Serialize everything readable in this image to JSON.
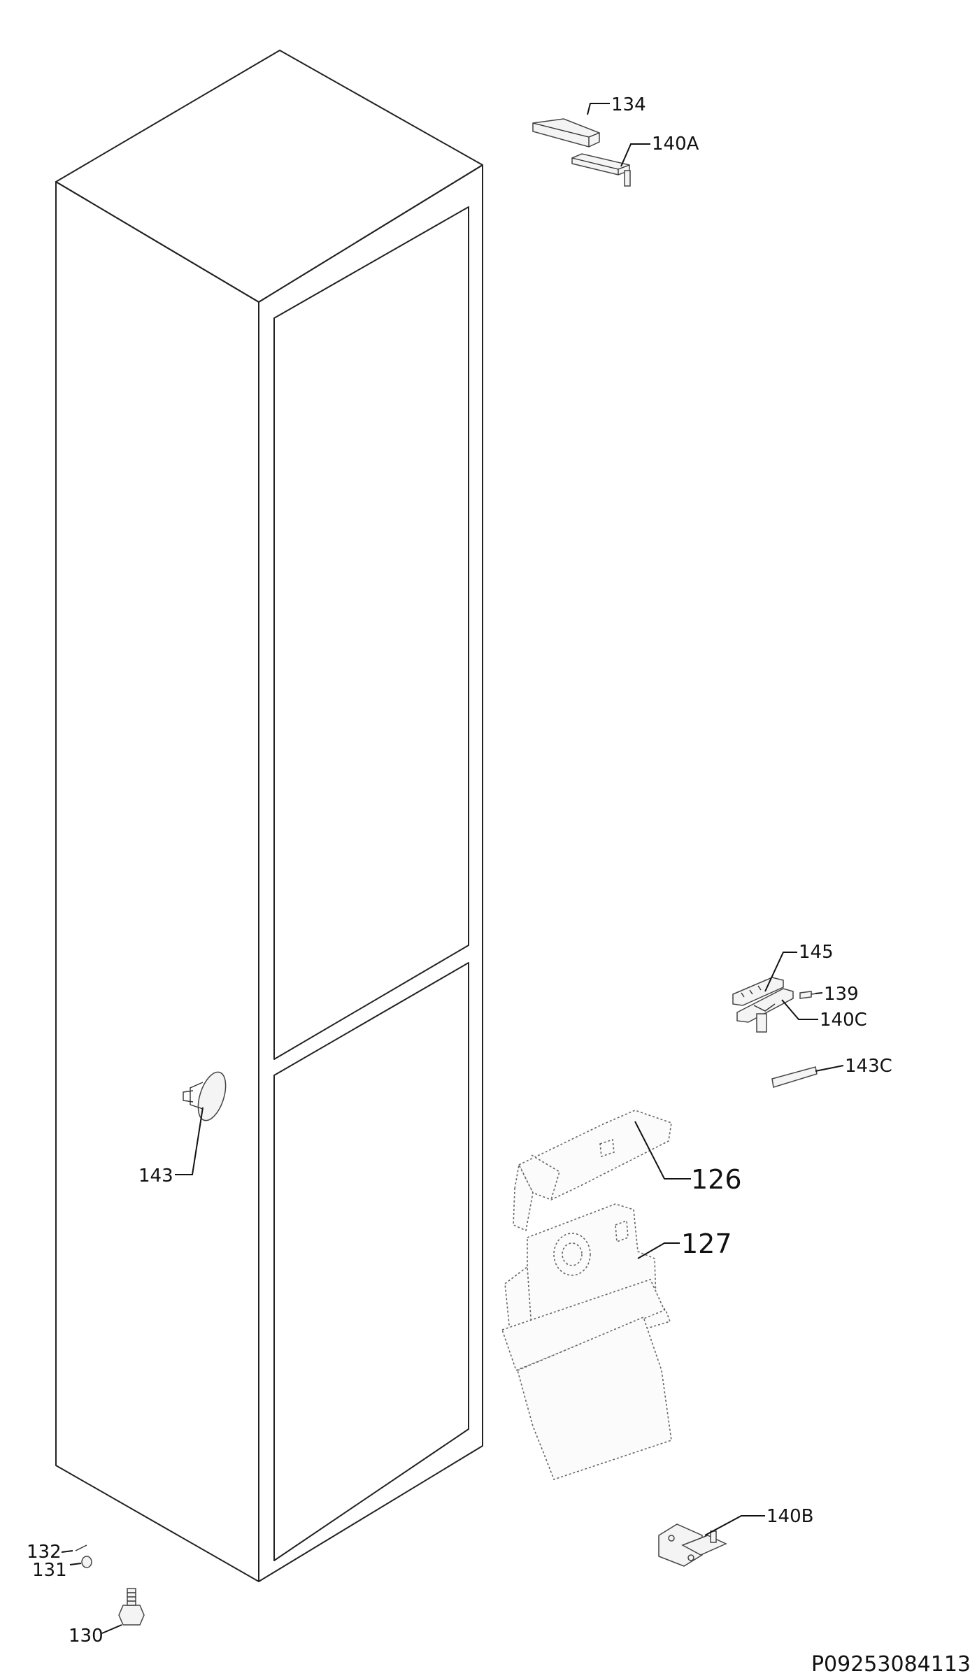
{
  "labels": {
    "p134": "134",
    "p140A": "140A",
    "p145": "145",
    "p139": "139",
    "p140C": "140C",
    "p143C": "143C",
    "p126": "126",
    "p127": "127",
    "p143": "143",
    "p140B": "140B",
    "p132": "132",
    "p131": "131",
    "p130": "130"
  },
  "document_id": "P09253084113"
}
